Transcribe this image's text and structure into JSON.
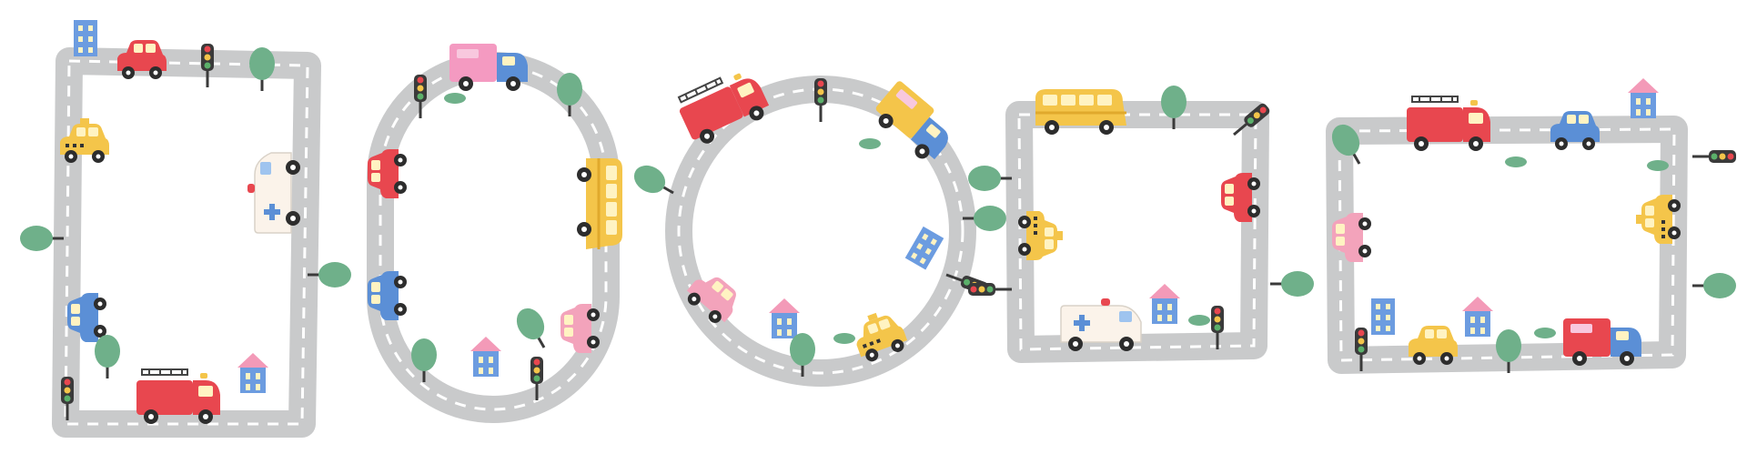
{
  "colors": {
    "background": "#ffffff",
    "road": "#c9cacb",
    "dash": "#ffffff",
    "tree": "#6fb08a",
    "trunk": "#3a3a3a",
    "car_red": "#e8474f",
    "car_blue": "#5b8fd6",
    "car_yellow": "#f4c54a",
    "car_pink": "#f3a3bb",
    "truck_pink": "#f49ac1",
    "building_blue": "#6c9ce0",
    "building_pink": "#f39ab8",
    "window": "#fff3c2",
    "wheel": "#2d2d2d",
    "light_red": "#e8474f",
    "light_yellow": "#f4c54a",
    "light_green": "#5bb06a"
  },
  "frames": [
    {
      "name": "tall-rectangle-road-frame",
      "shape": "rect"
    },
    {
      "name": "oval-road-frame",
      "shape": "oval"
    },
    {
      "name": "circle-road-frame",
      "shape": "circle"
    },
    {
      "name": "square-road-frame",
      "shape": "rect"
    },
    {
      "name": "wide-rectangle-road-frame",
      "shape": "rect"
    }
  ],
  "icons": [
    "car-icon",
    "fire-truck-icon",
    "ambulance-icon",
    "taxi-icon",
    "bus-icon",
    "delivery-truck-icon",
    "tree-icon",
    "traffic-light-icon",
    "house-icon",
    "building-icon"
  ]
}
